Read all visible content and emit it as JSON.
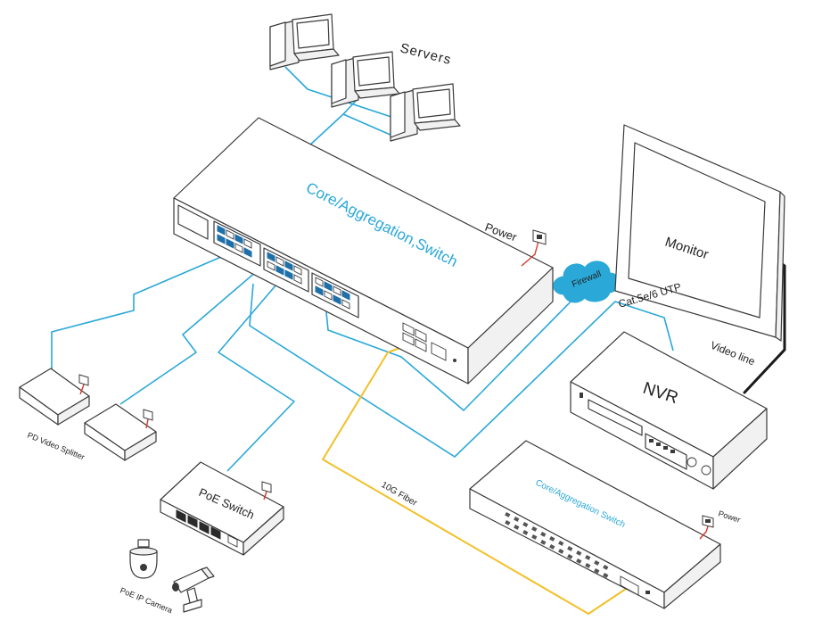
{
  "labels": {
    "servers": "Servers",
    "core_switch_main": "Core/Aggregation,Switch",
    "power_main": "Power",
    "firewall": "Firewall",
    "monitor": "Monitor",
    "cat_cable": "Cat.5e/6 UTP",
    "video_line": "Video line",
    "nvr": "NVR",
    "pd_video_splitter": "PD Video Splitter",
    "poe_switch": "PoE Switch",
    "poe_ip_camera": "PoE IP Camera",
    "fiber": "10G Fiber",
    "core_switch_secondary": "Core/Aggregation Switch",
    "power_secondary": "Power"
  },
  "colors": {
    "ethernet_cable": "#2aa8d8",
    "fiber_cable": "#f2c028",
    "power_cable": "#d63a2a",
    "video_cable": "#1a1a1a",
    "accent_text": "#2aa8d8"
  }
}
